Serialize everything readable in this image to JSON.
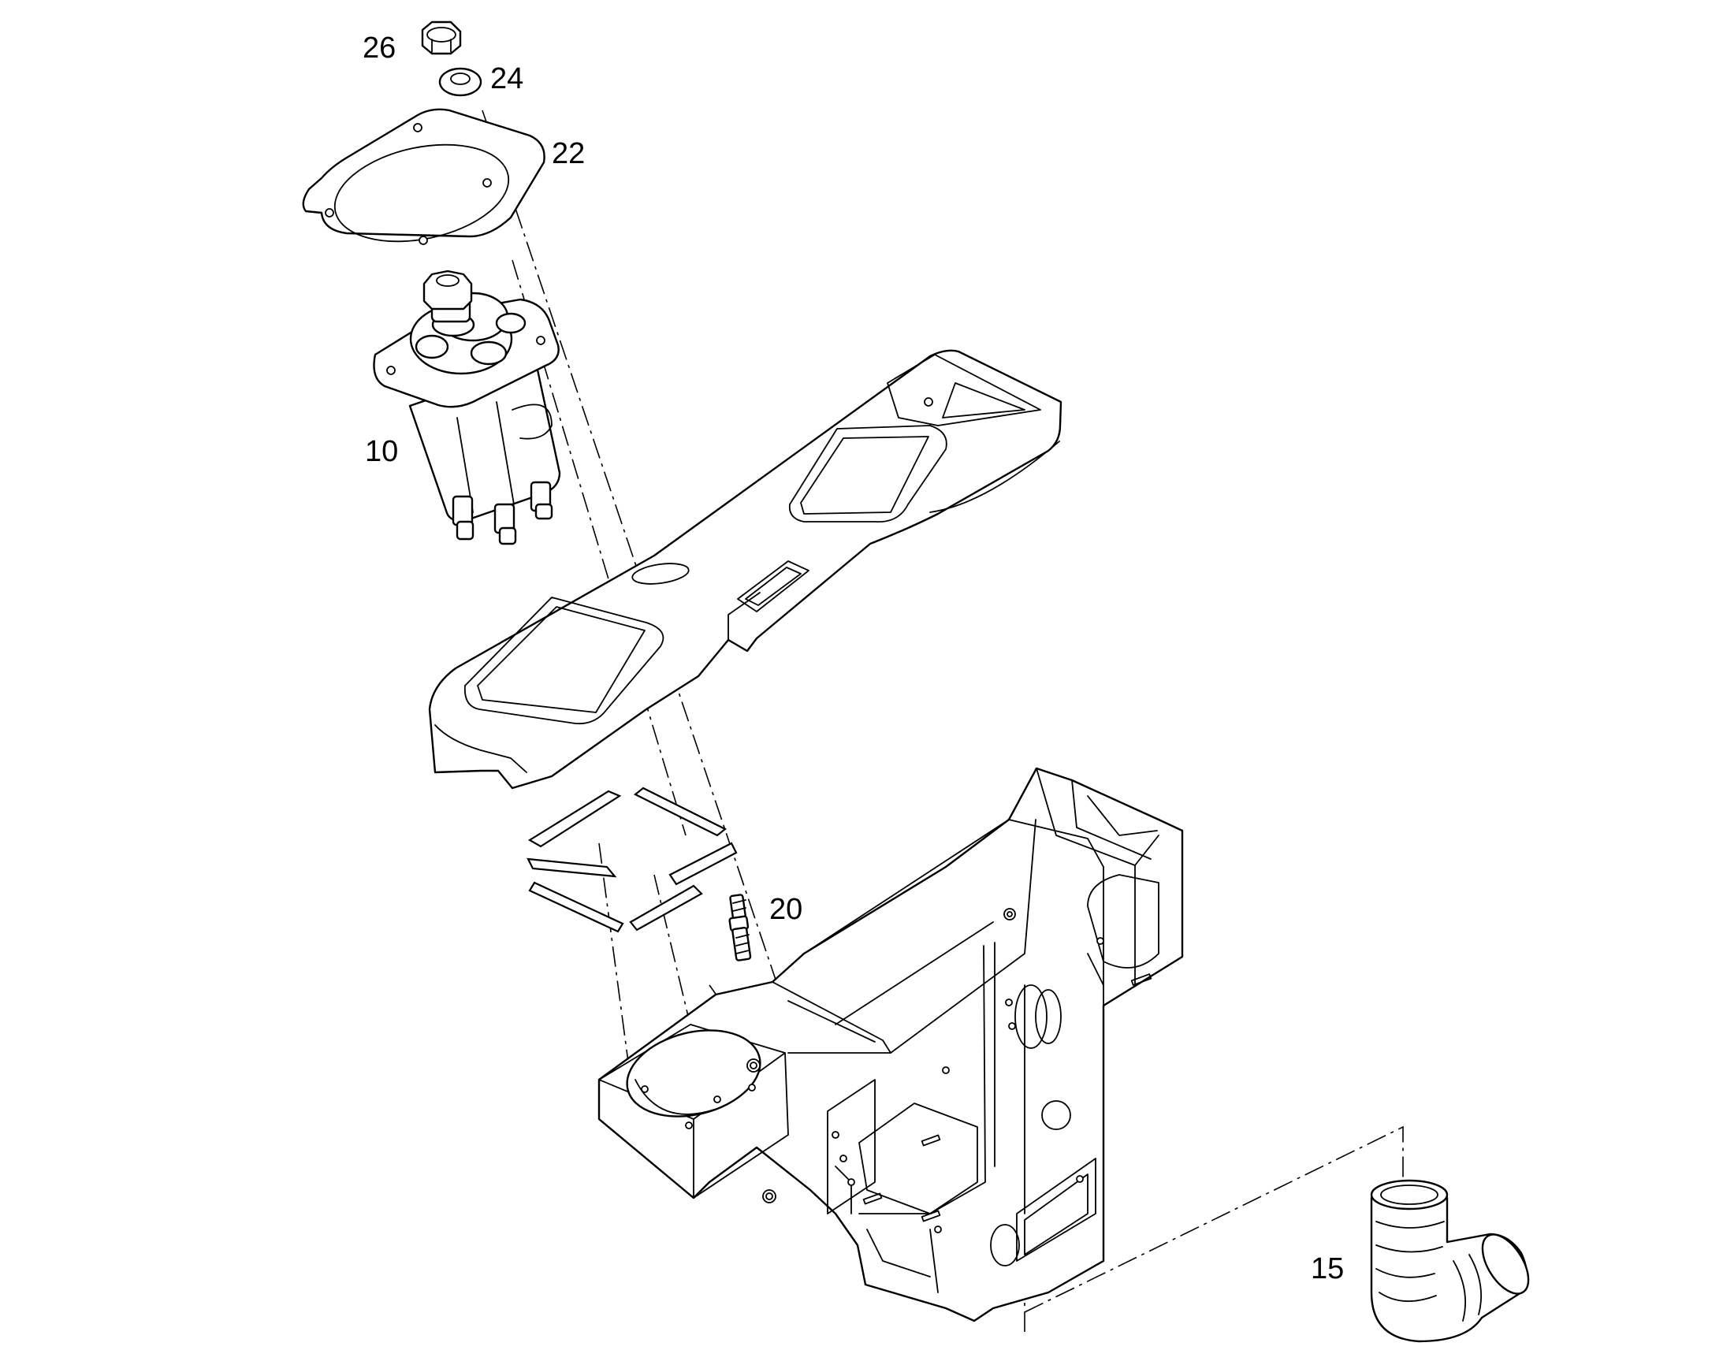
{
  "callouts": {
    "nut": "26",
    "washer": "24",
    "plate": "22",
    "valve": "10",
    "stud": "20",
    "elbow": "15"
  }
}
